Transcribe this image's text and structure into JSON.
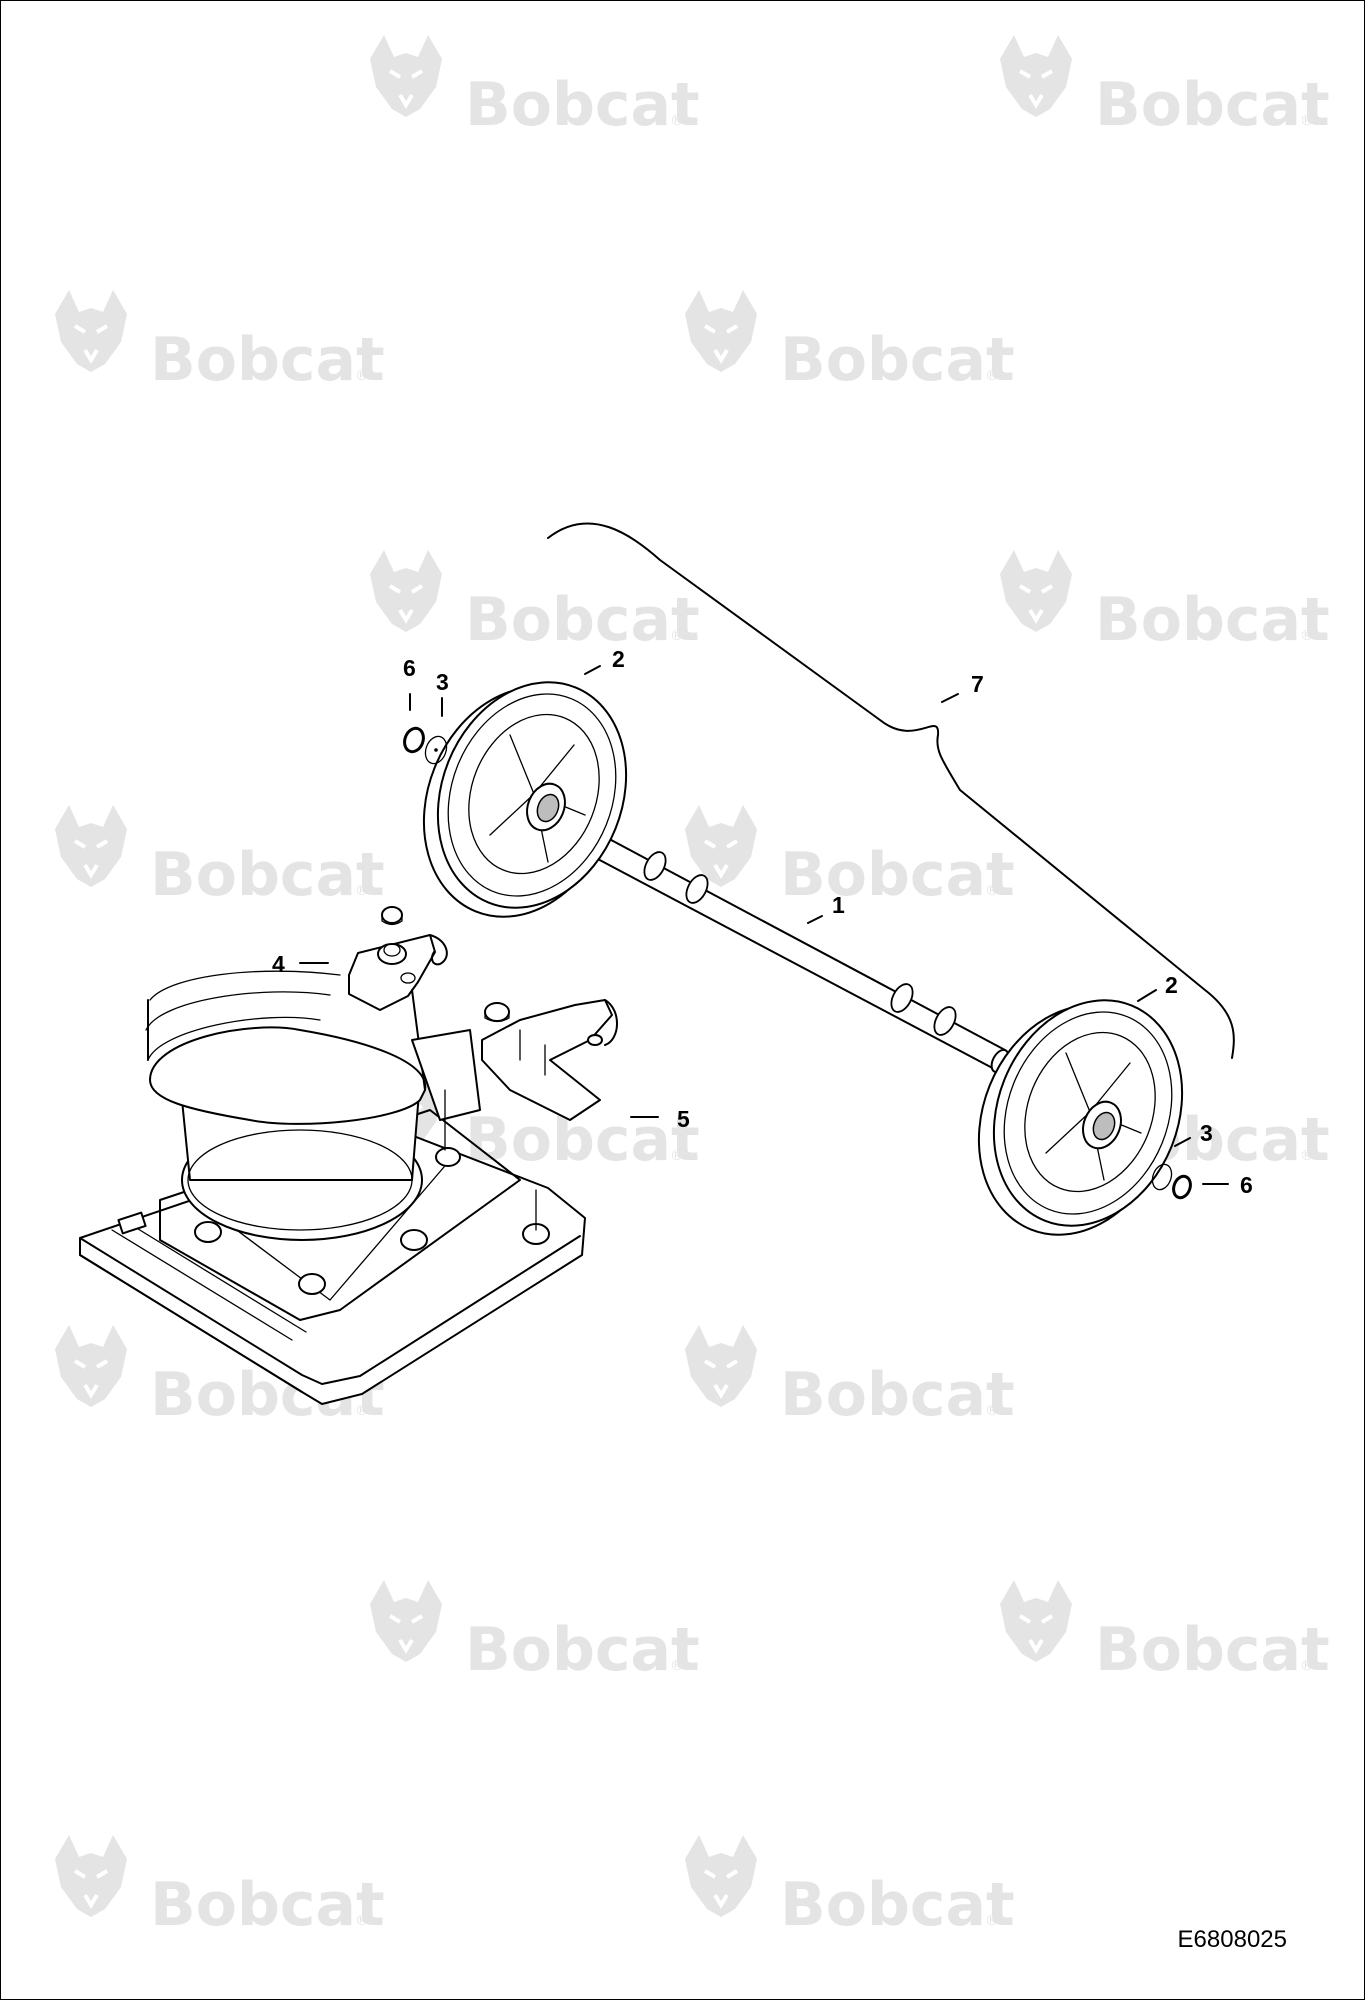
{
  "watermark": {
    "brand": "Bobcat",
    "registered_mark": "®",
    "icon": "bobcat-head-logo"
  },
  "callouts": {
    "c1": "1",
    "c2a": "2",
    "c2b": "2",
    "c3a": "3",
    "c3b": "3",
    "c4": "4",
    "c5": "5",
    "c6a": "6",
    "c6b": "6",
    "c7": "7"
  },
  "drawing_id": "E6808025",
  "colors": {
    "line": "#000000",
    "watermark": "#e4e4e4",
    "background": "#ffffff"
  }
}
